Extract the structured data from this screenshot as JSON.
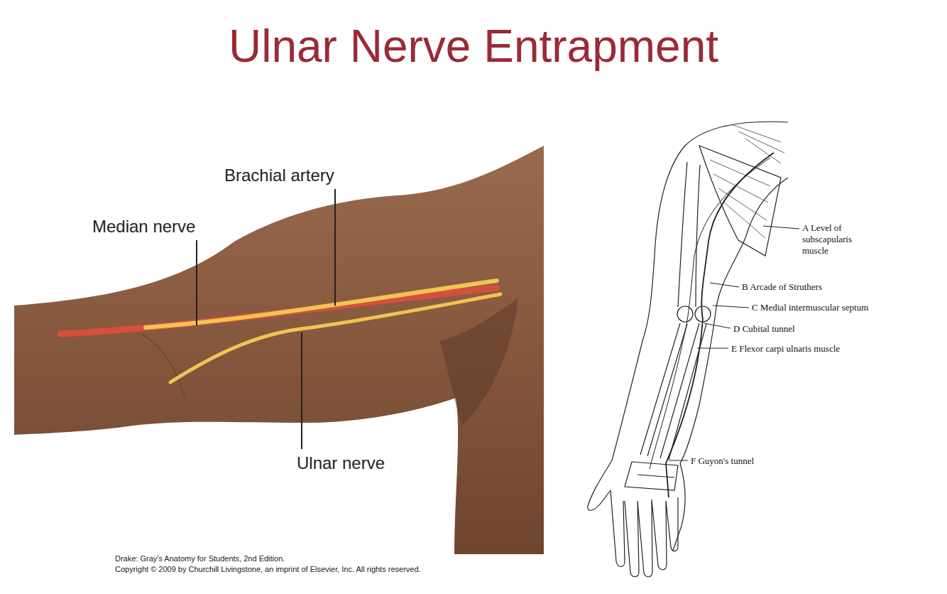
{
  "diagram": {
    "title": "Ulnar Nerve Entrapment",
    "labels": [
      "Brachial artery",
      "Median nerve",
      "Ulnar nerve",
      "A Level of subscapularis muscle",
      "B Arcade of Struthers",
      "C Medial intermuscular septum",
      "D Cubital tunnel",
      "E Flexor carpi ulnaris muscle",
      "F Guyon's tunnel",
      "Drake: Gray's Anatomy for Students, 2nd Edition.",
      "Copyright © 2009 by Churchill Livingstone, an imprint of Elsevier, Inc. All rights reserved."
    ]
  }
}
